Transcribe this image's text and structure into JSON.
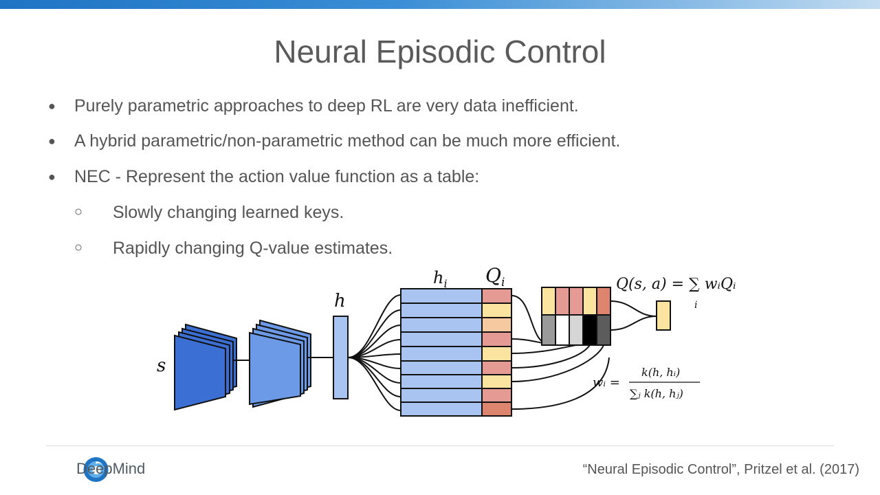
{
  "slide": {
    "title": "Neural Episodic Control",
    "bullets": [
      {
        "level": 1,
        "marker": "●",
        "text": "Purely parametric approaches to deep RL are very data inefficient."
      },
      {
        "level": 1,
        "marker": "●",
        "text": "A hybrid parametric/non-parametric method can be much more efficient."
      },
      {
        "level": 1,
        "marker": "●",
        "text": "NEC - Represent the action value function as a table:"
      },
      {
        "level": 2,
        "marker": "○",
        "text": "Slowly changing learned keys."
      },
      {
        "level": 2,
        "marker": "○",
        "text": "Rapidly changing Q-value estimates."
      }
    ],
    "diagram": {
      "label_s": "s",
      "label_h": "h",
      "label_hi": "h",
      "label_hi_sub": "i",
      "label_Qi": "Q",
      "label_Qi_sub": "i",
      "formula_q": "Q(s, a) = ∑ wᵢQᵢ",
      "formula_q_sum_index": "i",
      "formula_w_lhs": "wᵢ =",
      "formula_w_num": "k(h, hᵢ)",
      "formula_w_den": "∑ⱼ k(h, hⱼ)"
    },
    "footer": {
      "logo_text": "DeepMind",
      "citation": "“Neural Episodic Control”, Pritzel et al. (2017)"
    },
    "colors": {
      "top_bar": "#1f74c4",
      "encoder_dark": "#3b6fd3",
      "encoder_light": "#6d9ae6",
      "key_fill": "#a9c4f0",
      "value_pink": "#e59a94",
      "value_yellow": "#fbe3a0",
      "value_orange": "#f7c9a0"
    }
  }
}
